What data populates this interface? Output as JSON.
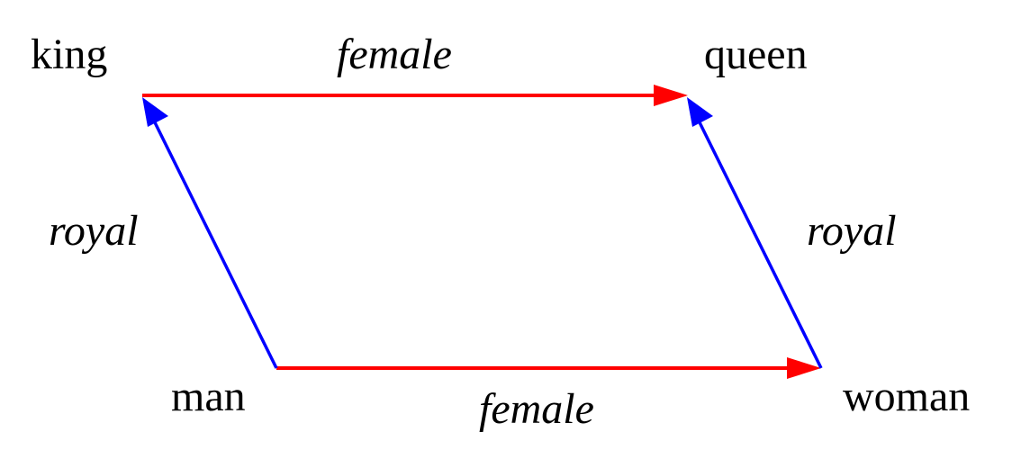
{
  "words": {
    "king": "king",
    "queen": "queen",
    "man": "man",
    "woman": "woman"
  },
  "relations": {
    "female_top": "female",
    "female_bottom": "female",
    "royal_left": "royal",
    "royal_right": "royal"
  },
  "colors": {
    "female_arrow": "#ff0000",
    "royal_arrow": "#0000ff",
    "text": "#000000",
    "background": "#ffffff"
  }
}
